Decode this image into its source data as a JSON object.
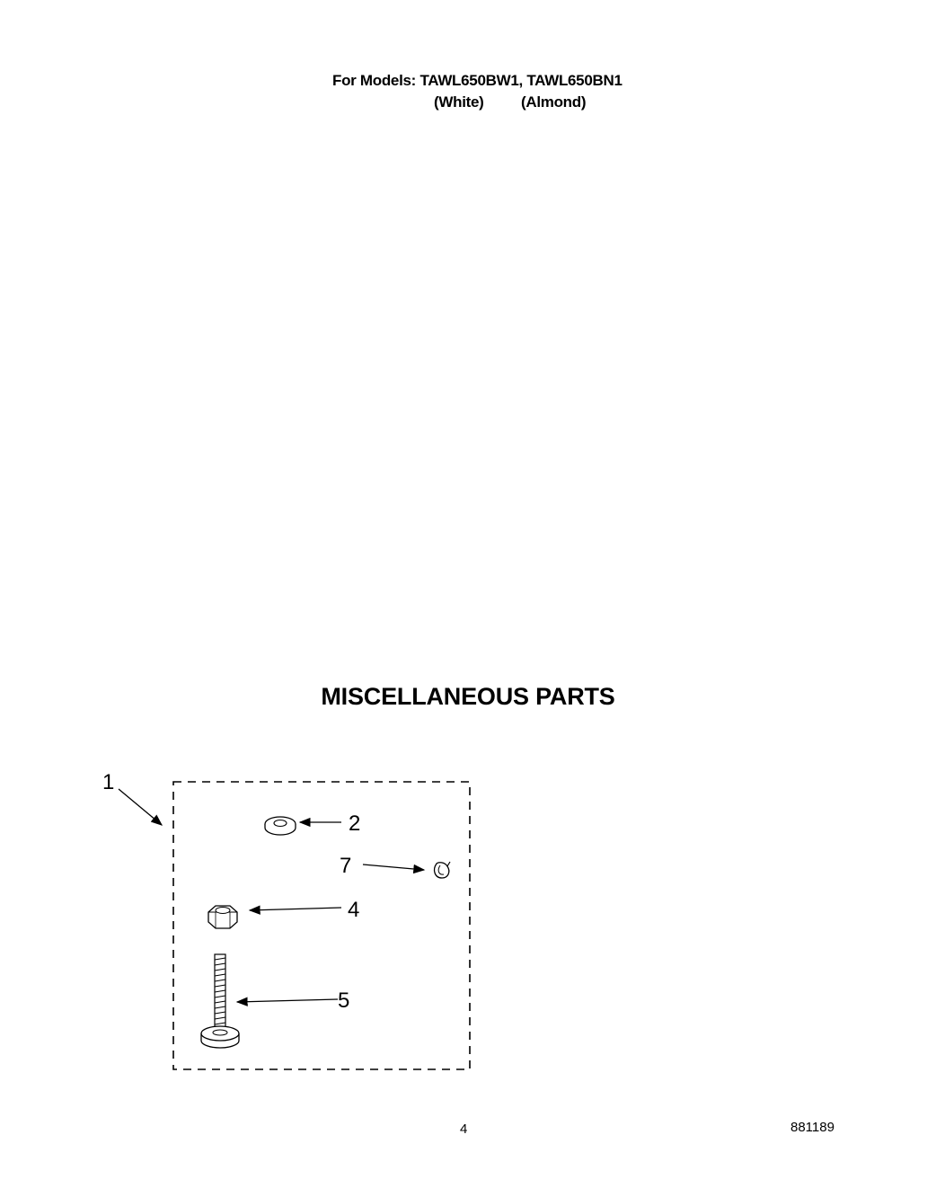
{
  "header": {
    "models_line": "For Models: TAWL650BW1, TAWL650BN1",
    "color_white": "(White)",
    "color_almond": "(Almond)"
  },
  "section": {
    "title": "MISCELLANEOUS PARTS"
  },
  "callouts": {
    "c1": "1",
    "c2": "2",
    "c4": "4",
    "c5": "5",
    "c7": "7"
  },
  "footer": {
    "page_number": "4",
    "document_number": "881189"
  }
}
